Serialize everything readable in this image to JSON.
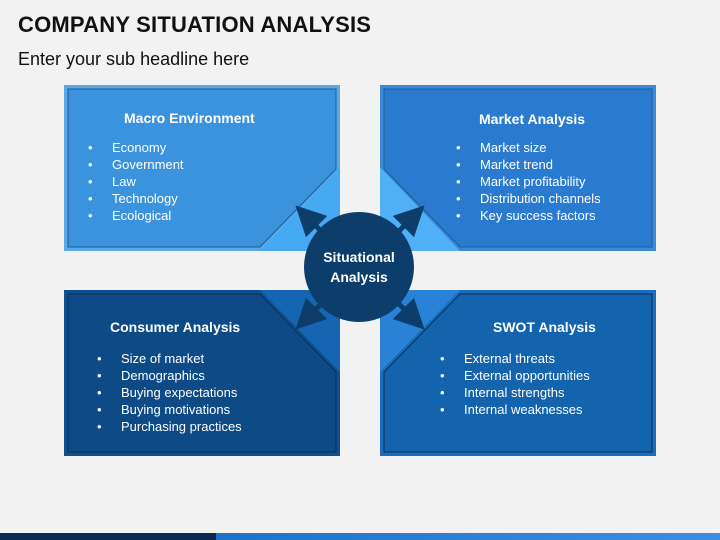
{
  "header": {
    "title": "COMPANY SITUATION ANALYSIS",
    "subtitle": "Enter your sub headline here"
  },
  "hub": {
    "label": "Situational\nAnalysis"
  },
  "panels": [
    {
      "title": "Macro Environment",
      "items": [
        "Economy",
        "Government",
        "Law",
        "Technology",
        "Ecological"
      ],
      "color": "#3498db"
    },
    {
      "title": "Market Analysis",
      "items": [
        "Market size",
        "Market trend",
        "Market profitability",
        "Distribution channels",
        "Key success factors"
      ],
      "color": "#2a7bd0"
    },
    {
      "title": "Consumer Analysis",
      "items": [
        "Size of market",
        "Demographics",
        "Buying expectations",
        "Buying motivations",
        "Purchasing practices"
      ],
      "color": "#0d4a86"
    },
    {
      "title": "SWOT Analysis",
      "items": [
        "External threats",
        "External opportunities",
        "Internal strengths",
        "Internal weaknesses"
      ],
      "color": "#1463ad"
    }
  ],
  "colors": {
    "hub": "#0d3d6b",
    "accent_light": "#4fb0f5",
    "background": "#f2f2f2"
  }
}
